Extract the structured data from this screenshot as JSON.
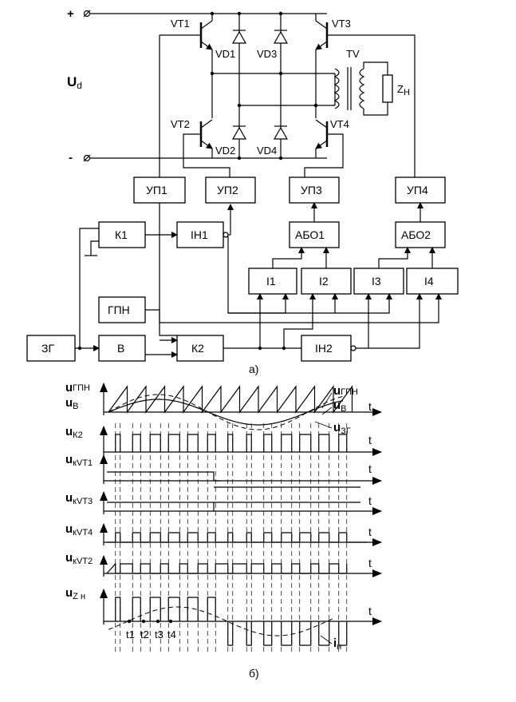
{
  "circuit": {
    "terminals": {
      "plus": "+",
      "minus": "-",
      "voltage": "U",
      "voltage_sub": "d"
    },
    "transistors": [
      "VT1",
      "VT2",
      "VT3",
      "VT4"
    ],
    "diodes": [
      "VD1",
      "VD2",
      "VD3",
      "VD4"
    ],
    "transformer": "TV",
    "load": "Z",
    "load_sub": "Н",
    "blocks": {
      "up1": "УП1",
      "up2": "УП2",
      "up3": "УП3",
      "up4": "УП4",
      "k1": "К1",
      "in1": "ІН1",
      "abo1": "АБО1",
      "abo2": "АБО2",
      "i1": "І1",
      "i2": "І2",
      "i3": "І3",
      "i4": "І4",
      "gpn": "ГПН",
      "zg": "ЗГ",
      "v": "В",
      "k2": "К2",
      "in2": "ІН2"
    },
    "caption": "а)"
  },
  "timing": {
    "signals": [
      {
        "main": "u",
        "sub": "ГПН"
      },
      {
        "main": "u",
        "sub": "В"
      },
      {
        "main": "u",
        "sub": "К2"
      },
      {
        "main": "u",
        "sub": "кVT1"
      },
      {
        "main": "u",
        "sub": "кVT3"
      },
      {
        "main": "u",
        "sub": "кVT4"
      },
      {
        "main": "u",
        "sub": "кVT2"
      },
      {
        "main": "u",
        "sub": "Z н"
      }
    ],
    "right_labels": {
      "gpn": "ГПН",
      "v": "В",
      "zg": "ЗГ",
      "in": "н"
    },
    "u_letter": "u",
    "i_letter": "i",
    "time_axis": "t",
    "time_points": [
      "t1",
      "t2",
      "t3",
      "t4"
    ],
    "caption": "б)"
  }
}
